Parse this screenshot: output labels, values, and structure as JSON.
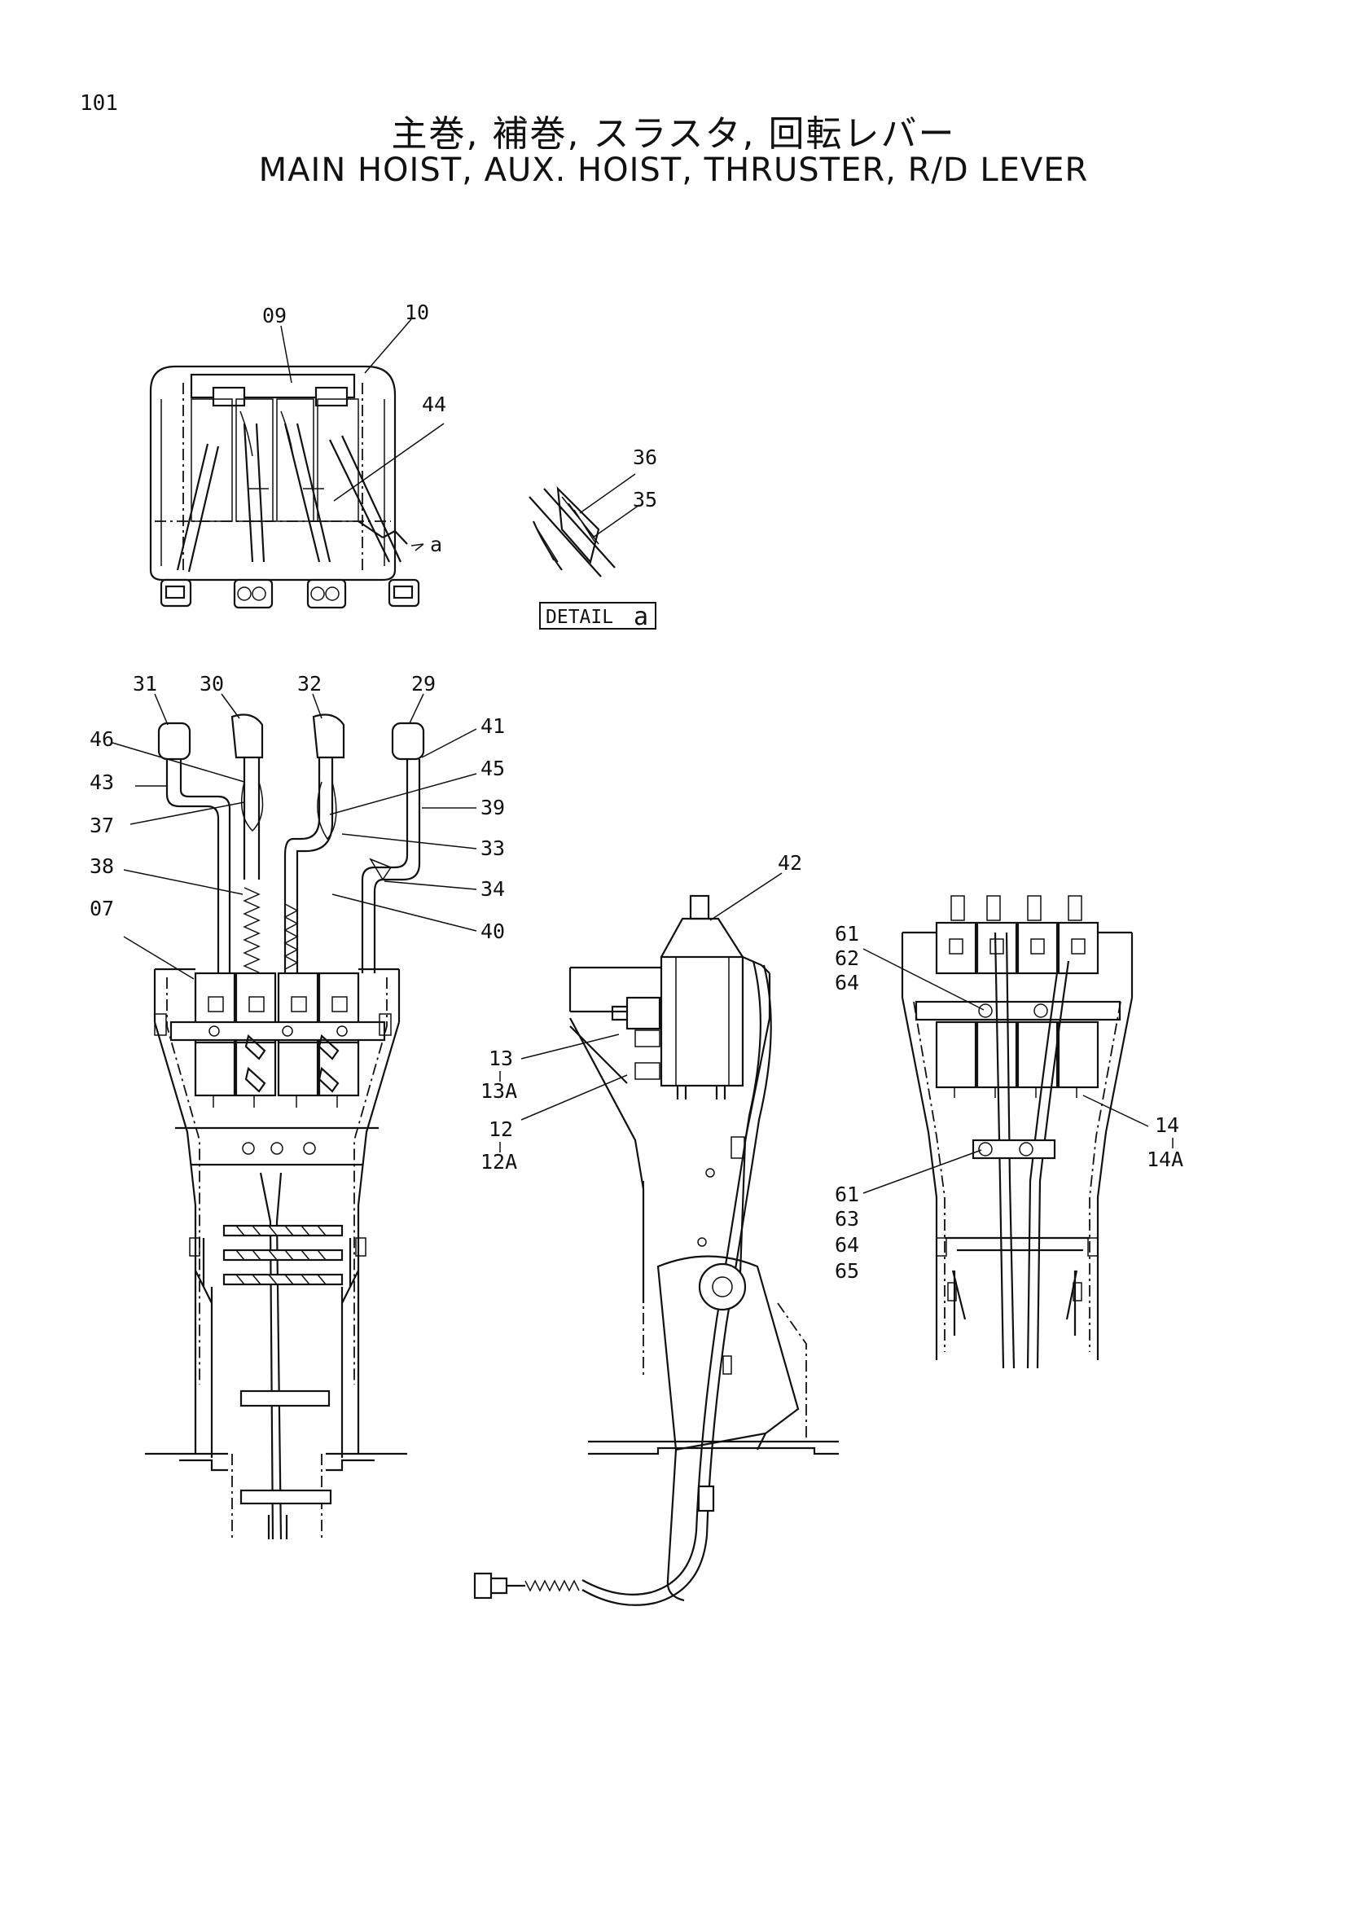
{
  "page": {
    "number": "101"
  },
  "title": {
    "japanese": "主巻, 補巻, スラスタ, 回転レバー",
    "english": "MAIN HOIST, AUX. HOIST, THRUSTER, R/D LEVER"
  },
  "detail_caption": "DETAIL",
  "detail_letter": "a",
  "detail_marker": "a",
  "callouts": {
    "top_view": [
      "09",
      "10",
      "44"
    ],
    "detail": [
      "36",
      "35"
    ],
    "front_view": [
      "31",
      "30",
      "32",
      "29",
      "46",
      "43",
      "37",
      "38",
      "07",
      "41",
      "45",
      "39",
      "33",
      "34",
      "40"
    ],
    "side_view": [
      "42",
      "13",
      "13A",
      "12",
      "12A"
    ],
    "rear_view": [
      "61",
      "62",
      "64",
      "14",
      "14A",
      "61",
      "63",
      "64",
      "65"
    ]
  }
}
